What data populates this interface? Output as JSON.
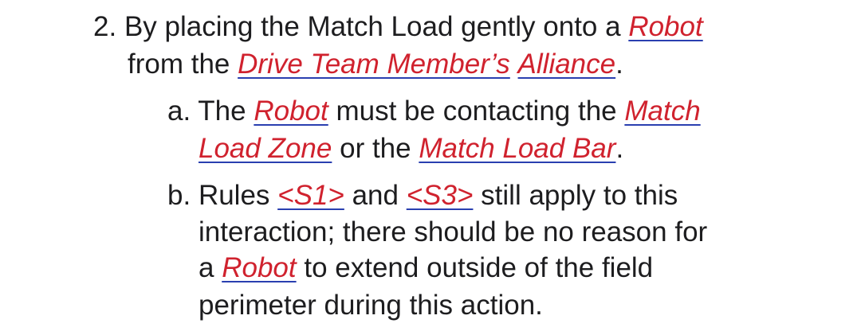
{
  "item2": {
    "marker": "2.",
    "t1": "By placing the Match Load gently onto a",
    "link_robot": "Robot",
    "t2": "from the",
    "link_drive_team_member": "Drive Team Member’s",
    "link_alliance": "Alliance",
    "t3": "."
  },
  "sub_a": {
    "marker": "a.",
    "t1": "The",
    "link_robot": "Robot",
    "t2": "must be contacting the",
    "link_match": "Match",
    "link_load_zone": "Load Zone",
    "t3": "or the",
    "link_match_load_bar": "Match Load Bar",
    "t4": "."
  },
  "sub_b": {
    "marker": "b.",
    "t1": "Rules",
    "link_s1": "<S1>",
    "t2": "and",
    "link_s3": "<S3>",
    "t3": "still apply to this",
    "t4": "interaction; there should be no reason for",
    "t5": "a",
    "link_robot": "Robot",
    "t6": "to extend outside of the field",
    "t7": "perimeter during this action."
  },
  "colors": {
    "text": "#1d1d1f",
    "link_text": "#d0222e",
    "link_underline": "#2a3fb0"
  }
}
